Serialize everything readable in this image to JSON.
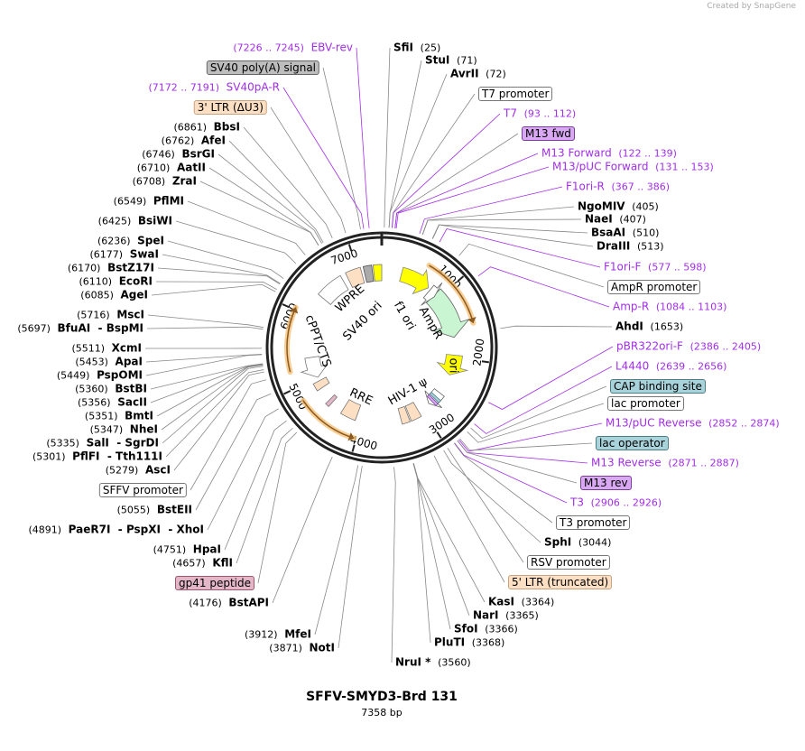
{
  "credit": "Created by SnapGene",
  "plasmid": {
    "name": "SFFV-SMYD3-Brd 131",
    "length": "7358 bp"
  },
  "colors": {
    "primer": "#a22ee8",
    "grey_feature": "#bdbdbd",
    "ltr": "#fde0c3",
    "m13": "#d8a8f2",
    "lac": "#a9d3db",
    "gp41": "#e3b7c8",
    "ori": "#ffff00",
    "ampr": "#c9f5d2"
  },
  "ticks": [
    "1000",
    "2000",
    "3000",
    "4000",
    "5000",
    "6000",
    "7000"
  ],
  "inner_features": [
    {
      "name": "WPRE"
    },
    {
      "name": "SV40 ori"
    },
    {
      "name": "f1 ori"
    },
    {
      "name": "AmpR"
    },
    {
      "name": "ori"
    },
    {
      "name": "HIV-1 ψ"
    },
    {
      "name": "RRE"
    },
    {
      "name": "cPPT/CTS"
    }
  ],
  "labels": [
    {
      "kind": "primer",
      "name": "EBV-rev",
      "range": "(7226 .. 7245)",
      "pos": 7235
    },
    {
      "kind": "feature",
      "name": "SV40 poly(A) signal",
      "style": "grey"
    },
    {
      "kind": "primer",
      "name": "SV40pA-R",
      "range": "(7172 .. 7191)",
      "pos": 7181
    },
    {
      "kind": "feature",
      "name": "3' LTR (ΔU3)",
      "style": "ltr"
    },
    {
      "kind": "enzyme",
      "name": "SfiI",
      "pos": "(25)"
    },
    {
      "kind": "enzyme",
      "name": "StuI",
      "pos": "(71)"
    },
    {
      "kind": "enzyme",
      "name": "AvrII",
      "pos": "(72)"
    },
    {
      "kind": "feature",
      "name": "T7 promoter",
      "style": "white"
    },
    {
      "kind": "primer",
      "name": "T7",
      "range": "(93 .. 112)",
      "pos": 102
    },
    {
      "kind": "feature",
      "name": "M13 fwd",
      "style": "m13"
    },
    {
      "kind": "primer",
      "name": "M13 Forward",
      "range": "(122 .. 139)",
      "pos": 130
    },
    {
      "kind": "primer",
      "name": "M13/pUC Forward",
      "range": "(131 .. 153)",
      "pos": 142
    },
    {
      "kind": "primer",
      "name": "F1ori-R",
      "range": "(367 .. 386)",
      "pos": 376
    },
    {
      "kind": "enzyme",
      "name": "NgoMIV",
      "pos": "(405)"
    },
    {
      "kind": "enzyme",
      "name": "NaeI",
      "pos": "(407)"
    },
    {
      "kind": "enzyme",
      "name": "BsaAI",
      "pos": "(510)"
    },
    {
      "kind": "enzyme",
      "name": "DraIII",
      "pos": "(513)"
    },
    {
      "kind": "primer",
      "name": "F1ori-F",
      "range": "(577 .. 598)",
      "pos": 587
    },
    {
      "kind": "feature",
      "name": "AmpR promoter",
      "style": "white"
    },
    {
      "kind": "primer",
      "name": "Amp-R",
      "range": "(1084 .. 1103)",
      "pos": 1093
    },
    {
      "kind": "enzyme",
      "name": "AhdI",
      "pos": "(1653)"
    },
    {
      "kind": "primer",
      "name": "pBR322ori-F",
      "range": "(2386 .. 2405)",
      "pos": 2395
    },
    {
      "kind": "primer",
      "name": "L4440",
      "range": "(2639 .. 2656)",
      "pos": 2647
    },
    {
      "kind": "feature",
      "name": "CAP binding site",
      "style": "lac"
    },
    {
      "kind": "feature",
      "name": "lac promoter",
      "style": "white"
    },
    {
      "kind": "primer",
      "name": "M13/pUC Reverse",
      "range": "(2852 .. 2874)",
      "pos": 2863
    },
    {
      "kind": "feature",
      "name": "lac operator",
      "style": "lac"
    },
    {
      "kind": "primer",
      "name": "M13 Reverse",
      "range": "(2871 .. 2887)",
      "pos": 2879
    },
    {
      "kind": "feature",
      "name": "M13 rev",
      "style": "m13"
    },
    {
      "kind": "primer",
      "name": "T3",
      "range": "(2906 .. 2926)",
      "pos": 2916
    },
    {
      "kind": "feature",
      "name": "T3 promoter",
      "style": "white"
    },
    {
      "kind": "enzyme",
      "name": "SphI",
      "pos": "(3044)"
    },
    {
      "kind": "feature",
      "name": "RSV promoter",
      "style": "white"
    },
    {
      "kind": "feature",
      "name": "5' LTR (truncated)",
      "style": "ltr"
    },
    {
      "kind": "enzyme",
      "name": "KasI",
      "pos": "(3364)"
    },
    {
      "kind": "enzyme",
      "name": "NarI",
      "pos": "(3365)"
    },
    {
      "kind": "enzyme",
      "name": "SfoI",
      "pos": "(3366)"
    },
    {
      "kind": "enzyme",
      "name": "PluTI",
      "pos": "(3368)"
    },
    {
      "kind": "enzyme",
      "name": "NruI *",
      "pos": "(3560)"
    },
    {
      "kind": "enzyme",
      "name": "BbsI",
      "pos": "(6861)"
    },
    {
      "kind": "enzyme",
      "name": "AfeI",
      "pos": "(6762)"
    },
    {
      "kind": "enzyme",
      "name": "BsrGI",
      "pos": "(6746)"
    },
    {
      "kind": "enzyme",
      "name": "AatII",
      "pos": "(6710)"
    },
    {
      "kind": "enzyme",
      "name": "ZraI",
      "pos": "(6708)"
    },
    {
      "kind": "enzyme",
      "name": "PflMI",
      "pos": "(6549)"
    },
    {
      "kind": "enzyme",
      "name": "BsiWI",
      "pos": "(6425)"
    },
    {
      "kind": "enzyme",
      "name": "SpeI",
      "pos": "(6236)"
    },
    {
      "kind": "enzyme",
      "name": "SwaI",
      "pos": "(6177)"
    },
    {
      "kind": "enzyme",
      "name": "BstZ17I",
      "pos": "(6170)"
    },
    {
      "kind": "enzyme",
      "name": "EcoRI",
      "pos": "(6110)"
    },
    {
      "kind": "enzyme",
      "name": "AgeI",
      "pos": "(6085)"
    },
    {
      "kind": "enzyme",
      "name": "MscI",
      "pos": "(5716)"
    },
    {
      "kind": "enzyme",
      "name": "BfuAI  - BspMI",
      "pos": "(5697)"
    },
    {
      "kind": "enzyme",
      "name": "XcmI",
      "pos": "(5511)"
    },
    {
      "kind": "enzyme",
      "name": "ApaI",
      "pos": "(5453)"
    },
    {
      "kind": "enzyme",
      "name": "PspOMI",
      "pos": "(5449)"
    },
    {
      "kind": "enzyme",
      "name": "BstBI",
      "pos": "(5360)"
    },
    {
      "kind": "enzyme",
      "name": "SacII",
      "pos": "(5356)"
    },
    {
      "kind": "enzyme",
      "name": "BmtI",
      "pos": "(5351)"
    },
    {
      "kind": "enzyme",
      "name": "NheI",
      "pos": "(5347)"
    },
    {
      "kind": "enzyme",
      "name": "SalI  - SgrDI",
      "pos": "(5335)"
    },
    {
      "kind": "enzyme",
      "name": "PflFI  - Tth111I",
      "pos": "(5301)"
    },
    {
      "kind": "enzyme",
      "name": "AscI",
      "pos": "(5279)"
    },
    {
      "kind": "feature",
      "name": "SFFV promoter",
      "style": "white"
    },
    {
      "kind": "enzyme",
      "name": "BstEII",
      "pos": "(5055)"
    },
    {
      "kind": "enzyme",
      "name": "PaeR7I  - PspXI  - XhoI",
      "pos": "(4891)"
    },
    {
      "kind": "enzyme",
      "name": "HpaI",
      "pos": "(4751)"
    },
    {
      "kind": "enzyme",
      "name": "KflI",
      "pos": "(4657)"
    },
    {
      "kind": "feature",
      "name": "gp41 peptide",
      "style": "gp41"
    },
    {
      "kind": "enzyme",
      "name": "BstAPI",
      "pos": "(4176)"
    },
    {
      "kind": "enzyme",
      "name": "MfeI",
      "pos": "(3912)"
    },
    {
      "kind": "enzyme",
      "name": "NotI",
      "pos": "(3871)"
    }
  ]
}
